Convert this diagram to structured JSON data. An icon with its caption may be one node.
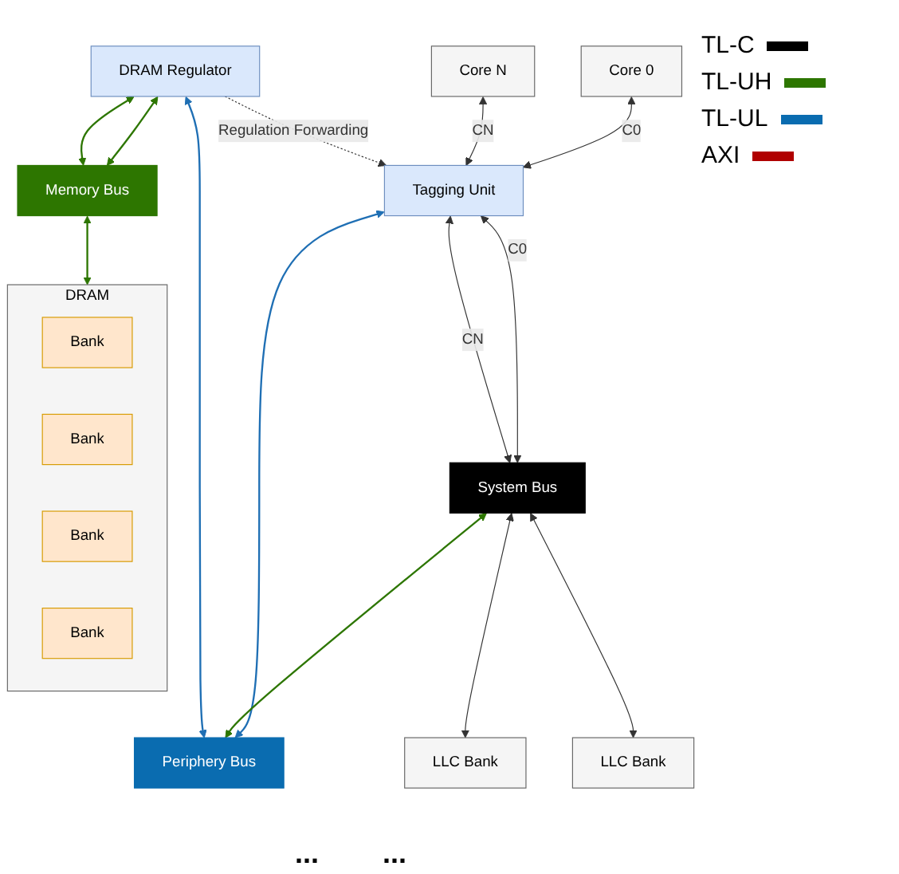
{
  "diagram": {
    "nodes": [
      {
        "text": [
          "Core 0"
        ]
      },
      {
        "text": [
          "Core N"
        ]
      },
      {
        "text": [
          "Tagging Unit"
        ]
      },
      {
        "text": [
          "Periphery Bus"
        ]
      },
      {
        "text": [
          "System Bus"
        ]
      },
      {
        "text": [
          "LLC Bank"
        ]
      },
      {
        "text": [
          "LLC Bank"
        ]
      },
      {
        "text": [
          "DRAM Regulator"
        ]
      },
      {
        "text": [
          "Memory Bus"
        ]
      },
      {
        "text": [
          "DRAM"
        ]
      },
      {
        "text": [
          "Bank"
        ],
        "in": 9
      },
      {
        "text": [
          "Bank"
        ],
        "in": 9
      },
      {
        "text": [
          "Bank"
        ],
        "in": 9
      },
      {
        "text": [
          "Bank"
        ],
        "in": 9
      }
    ],
    "edges": [
      {
        "from": 0,
        "to": 2,
        "arrow": "both",
        "label": "C0"
      },
      {
        "from": 1,
        "to": 2,
        "arrow": "both",
        "label": "CN"
      },
      {
        "from": 7,
        "to": 2,
        "arrow": "to",
        "style": "dashed",
        "label": "Regulation Forwarding"
      },
      {
        "from": 2,
        "to": 4,
        "arrow": "both",
        "label": "C0"
      },
      {
        "from": 2,
        "to": 4,
        "arrow": "both",
        "label": "CN"
      },
      {
        "from": 2,
        "to": 3,
        "arrow": "both",
        "color": "#1f6fb4"
      },
      {
        "from": 4,
        "to": 3,
        "arrow": "both",
        "color": "#2d7600"
      },
      {
        "from": 4,
        "to": 5,
        "arrow": "both"
      },
      {
        "from": 4,
        "to": 6,
        "arrow": "both"
      },
      {
        "from": 7,
        "to": 3,
        "arrow": "both",
        "color": "#1f6fb4"
      },
      {
        "from": 7,
        "to": 8,
        "arrow": "both",
        "color": "#2d7600"
      },
      {
        "from": 7,
        "to": 8,
        "arrow": "both",
        "color": "#2d7600"
      },
      {
        "from": 8,
        "to": 9,
        "arrow": "both",
        "color": "#2d7600"
      }
    ],
    "labels": [
      "...",
      "..."
    ],
    "legend": [
      {
        "text": "TL-C",
        "color": "#000000"
      },
      {
        "text": "TL-UH",
        "color": "#2d7600"
      },
      {
        "text": "TL-UL",
        "color": "#0a6cb0"
      },
      {
        "text": "AXI",
        "color": "#b00000"
      }
    ]
  }
}
